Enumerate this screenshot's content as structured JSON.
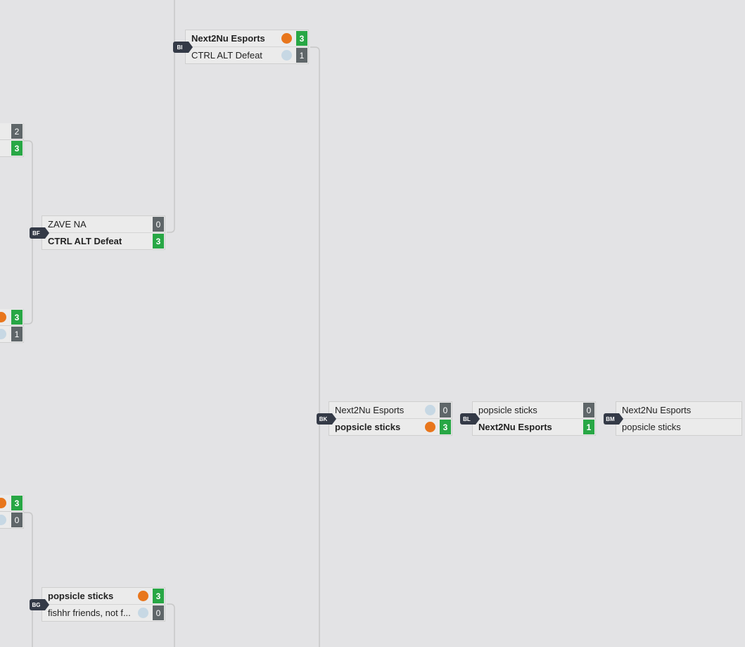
{
  "colors": {
    "background": "#e3e3e5",
    "win_score": "#28a745",
    "loss_score": "#5f6669",
    "badge": "#343a47",
    "dot_orange": "#e8761c",
    "dot_blue": "#c7d8e4"
  },
  "partials": [
    {
      "score": "2",
      "result": "loss",
      "dot": ""
    },
    {
      "score": "3",
      "result": "win",
      "dot": ""
    },
    {
      "score": "3",
      "result": "win",
      "dot": "orange"
    },
    {
      "score": "1",
      "result": "loss",
      "dot": "blue"
    },
    {
      "score": "3",
      "result": "win",
      "dot": "orange"
    },
    {
      "score": "0",
      "result": "loss",
      "dot": "blue"
    }
  ],
  "matches": {
    "BI": {
      "code": "BI",
      "team1": {
        "name": "Next2Nu Esports",
        "score": "3",
        "winner": true,
        "dot": "orange"
      },
      "team2": {
        "name": "CTRL ALT Defeat",
        "score": "1",
        "winner": false,
        "dot": "blue"
      }
    },
    "BF": {
      "code": "BF",
      "team1": {
        "name": "ZAVE NA",
        "score": "0",
        "winner": false,
        "dot": ""
      },
      "team2": {
        "name": "CTRL ALT Defeat",
        "score": "3",
        "winner": true,
        "dot": ""
      }
    },
    "BK": {
      "code": "BK",
      "team1": {
        "name": "Next2Nu Esports",
        "score": "0",
        "winner": false,
        "dot": "blue"
      },
      "team2": {
        "name": "popsicle sticks",
        "score": "3",
        "winner": true,
        "dot": "orange"
      }
    },
    "BL": {
      "code": "BL",
      "team1": {
        "name": "popsicle sticks",
        "score": "0",
        "winner": false,
        "dot": ""
      },
      "team2": {
        "name": "Next2Nu Esports",
        "score": "1",
        "winner": true,
        "dot": ""
      }
    },
    "BM": {
      "code": "BM",
      "team1": {
        "name": "Next2Nu Esports",
        "score": "",
        "winner": false,
        "dot": ""
      },
      "team2": {
        "name": "popsicle sticks",
        "score": "",
        "winner": false,
        "dot": ""
      }
    },
    "BG": {
      "code": "BG",
      "team1": {
        "name": "popsicle sticks",
        "score": "3",
        "winner": true,
        "dot": "orange"
      },
      "team2": {
        "name": "fishhr friends, not f...",
        "score": "0",
        "winner": false,
        "dot": "blue"
      }
    }
  }
}
